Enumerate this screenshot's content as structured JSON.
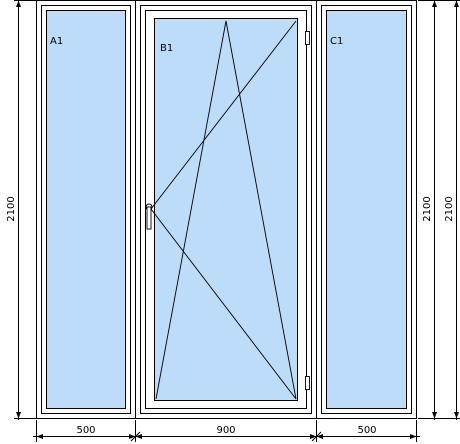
{
  "panes": {
    "left_label": "A1",
    "center_label": "B1",
    "right_label": "C1"
  },
  "dimensions": {
    "width_left": "500",
    "width_center": "900",
    "width_right": "500",
    "height_left": "2100",
    "height_right_inner": "2100",
    "height_right_outer": "2100"
  },
  "colors": {
    "frame": "#ffffff",
    "glass": "#bcdcfa",
    "line": "#000000"
  }
}
